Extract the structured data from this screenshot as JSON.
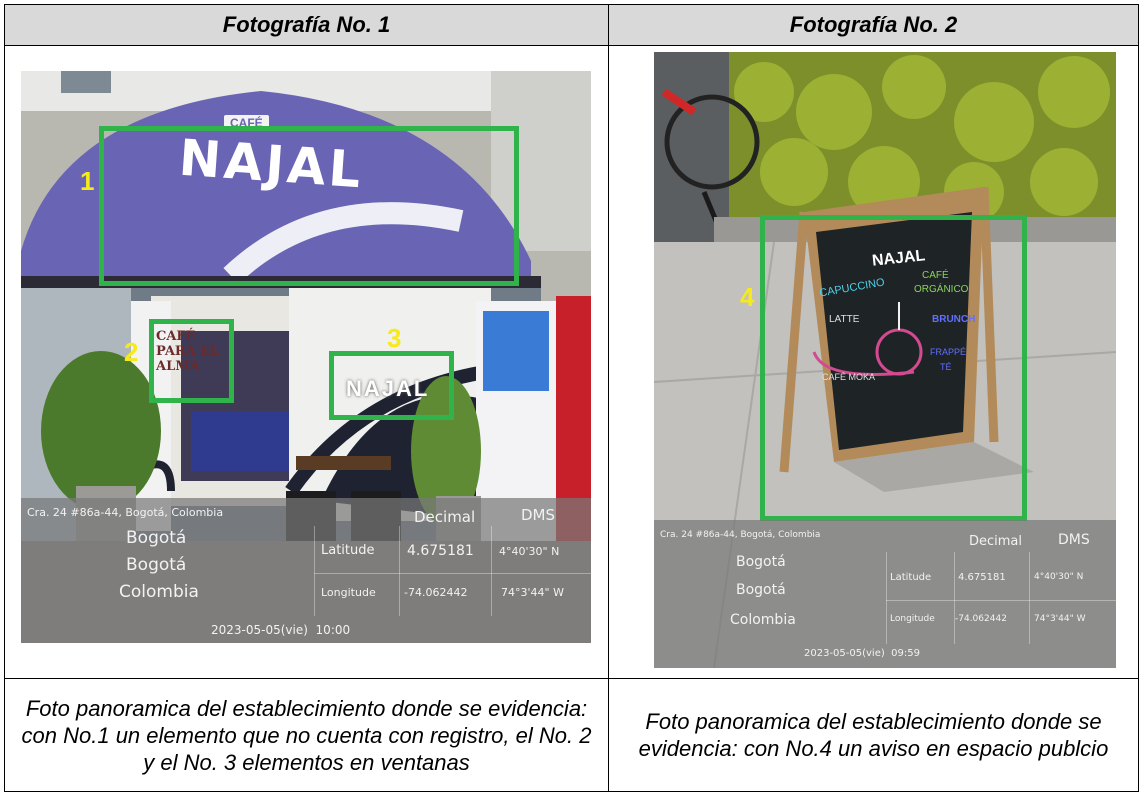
{
  "table": {
    "headers": [
      "Fotografía No. 1",
      "Fotografía No. 2"
    ],
    "captions": [
      "Foto panoramica del establecimiento donde se evidencia: con No.1 un elemento que no cuenta con registro, el No. 2 y el No. 3 elementos en ventanas",
      "Foto panoramica del establecimiento donde se evidencia: con No.4 un aviso en espacio publcio"
    ]
  },
  "photo1": {
    "sign_small": "CAFÉ",
    "sign_main": "NAJAL",
    "window_sign": "CAFÉ PARA EL ALMA",
    "window_logo": "NAJAL",
    "markers": [
      "1",
      "2",
      "3"
    ],
    "geo": {
      "address": "Cra. 24 #86a-44, Bogotá, Colombia",
      "city": "Bogotá",
      "region": "Bogotá",
      "country": "Colombia",
      "col_decimal": "Decimal",
      "col_dms": "DMS",
      "lat_label": "Latitude",
      "lat_decimal": "4.675181",
      "lat_dms": "4°40'30\" N",
      "lon_label": "Longitude",
      "lon_decimal": "-74.062442",
      "lon_dms": "74°3'44\" W",
      "timestamp": "2023-05-05(vie)  10:00"
    }
  },
  "photo2": {
    "board_title": "NAJAL",
    "board_words": [
      "CAPUCCINO",
      "CAFÉ",
      "ORGÁNICO",
      "LATTE",
      "BRUNCH",
      "CAFÉ MOKA",
      "FRAPPÉ",
      "TÉ"
    ],
    "markers": [
      "4"
    ],
    "geo": {
      "address": "Cra. 24 #86a-44, Bogotá, Colombia",
      "city": "Bogotá",
      "region": "Bogotá",
      "country": "Colombia",
      "col_decimal": "Decimal",
      "col_dms": "DMS",
      "lat_label": "Latitude",
      "lat_decimal": "4.675181",
      "lat_dms": "4°40'30\" N",
      "lon_label": "Longitude",
      "lon_decimal": "-74.062442",
      "lon_dms": "74°3'44\" W",
      "timestamp": "2023-05-05(vie)  09:59"
    }
  },
  "colors": {
    "highlight_box": "#2fb34a",
    "marker_number": "#f7ea1b",
    "header_bg": "#d9d9d9",
    "awning": "#6a64b4"
  }
}
